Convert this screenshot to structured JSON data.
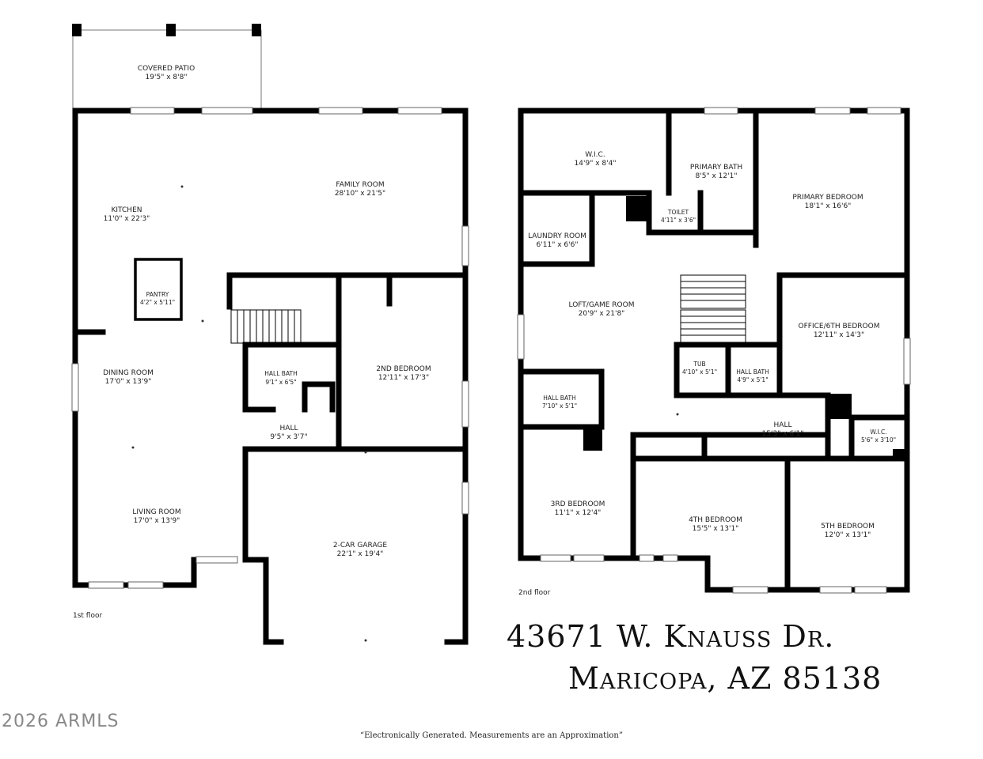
{
  "floors": {
    "first": {
      "label": "1st floor",
      "rooms": {
        "covered_patio": {
          "name": "COVERED PATIO",
          "dim": "19'5\" x 8'8\""
        },
        "family_room": {
          "name": "FAMILY ROOM",
          "dim": "28'10\" x 21'5\""
        },
        "kitchen": {
          "name": "KITCHEN",
          "dim": "11'0\" x 22'3\""
        },
        "pantry": {
          "name": "PANTRY",
          "dim": "4'2\" x 5'11\""
        },
        "dining_room": {
          "name": "DINING ROOM",
          "dim": "17'0\" x 13'9\""
        },
        "hall_bath": {
          "name": "HALL BATH",
          "dim": "9'1\" x 6'5\""
        },
        "second_bedroom": {
          "name": "2ND BEDROOM",
          "dim": "12'11\" x 17'3\""
        },
        "hall": {
          "name": "HALL",
          "dim": "9'5\" x 3'7\""
        },
        "living_room": {
          "name": "LIVING ROOM",
          "dim": "17'0\" x 13'9\""
        },
        "garage": {
          "name": "2-CAR GARAGE",
          "dim": "22'1\" x 19'4\""
        }
      }
    },
    "second": {
      "label": "2nd floor",
      "rooms": {
        "wic": {
          "name": "W.I.C.",
          "dim": "14'9\" x 8'4\""
        },
        "primary_bath": {
          "name": "PRIMARY BATH",
          "dim": "8'5\" x 12'1\""
        },
        "toilet": {
          "name": "TOILET",
          "dim": "4'11\" x 3'6\""
        },
        "primary_bedroom": {
          "name": "PRIMARY BEDROOM",
          "dim": "18'1\" x 16'6\""
        },
        "laundry_room": {
          "name": "LAUNDRY ROOM",
          "dim": "6'11\" x 6'6\""
        },
        "loft": {
          "name": "LOFT/GAME ROOM",
          "dim": "20'9\" x 21'8\""
        },
        "office": {
          "name": "OFFICE/6TH BEDROOM",
          "dim": "12'11\" x 14'3\""
        },
        "tub": {
          "name": "TUB",
          "dim": "4'10\" x 5'1\""
        },
        "hall_bath_b": {
          "name": "HALL BATH",
          "dim": "4'9\" x 5'1\""
        },
        "hall_bath_a": {
          "name": "HALL BATH",
          "dim": "7'10\" x 5'1\""
        },
        "hall": {
          "name": "HALL",
          "dim": "15'3\" x 6'1\""
        },
        "wic_small": {
          "name": "W.I.C.",
          "dim": "5'6\" x 3'10\""
        },
        "third_bedroom": {
          "name": "3RD BEDROOM",
          "dim": "11'1\" x 12'4\""
        },
        "fourth_bedroom": {
          "name": "4TH BEDROOM",
          "dim": "15'5\" x 13'1\""
        },
        "fifth_bedroom": {
          "name": "5TH BEDROOM",
          "dim": "12'0\" x 13'1\""
        }
      }
    }
  },
  "address": {
    "line1": "43671 W. Knauss Dr.",
    "line2": "Maricopa, AZ 85138"
  },
  "copyright": "2026 ARMLS",
  "disclaimer": "“Electronically Generated.  Measurements are an Approximation”"
}
